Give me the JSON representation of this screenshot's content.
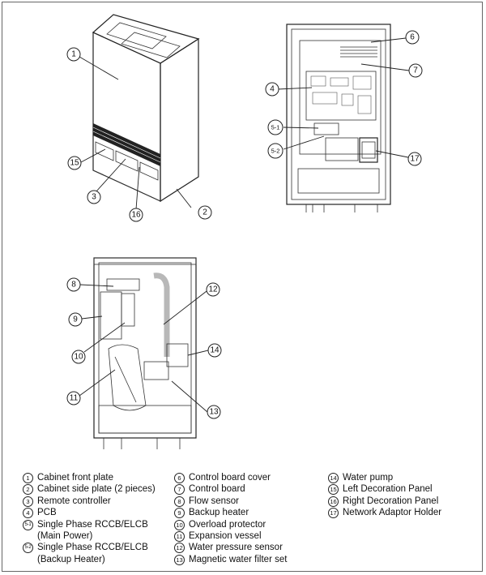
{
  "callouts": {
    "c1": "1",
    "c2": "2",
    "c3": "3",
    "c4": "4",
    "c5_1": "5-1",
    "c5_2": "5-2",
    "c6": "6",
    "c7": "7",
    "c8": "8",
    "c9": "9",
    "c10": "10",
    "c11": "11",
    "c12": "12",
    "c13": "13",
    "c14": "14",
    "c15": "15",
    "c16": "16",
    "c17": "17"
  },
  "legend": {
    "col1": [
      {
        "num": "1",
        "label": "Cabinet front plate"
      },
      {
        "num": "2",
        "label": "Cabinet side plate (2 pieces)"
      },
      {
        "num": "3",
        "label": "Remote controller"
      },
      {
        "num": "4",
        "label": "PCB"
      },
      {
        "num": "5-1",
        "label": "Single Phase RCCB/ELCB",
        "label2": "(Main Power)"
      },
      {
        "num": "5-2",
        "label": "Single Phase RCCB/ELCB",
        "label2": "(Backup Heater)"
      }
    ],
    "col2": [
      {
        "num": "6",
        "label": "Control board cover"
      },
      {
        "num": "7",
        "label": "Control board"
      },
      {
        "num": "8",
        "label": "Flow sensor"
      },
      {
        "num": "9",
        "label": "Backup heater"
      },
      {
        "num": "10",
        "label": "Overload protector"
      },
      {
        "num": "11",
        "label": "Expansion vessel"
      },
      {
        "num": "12",
        "label": "Water pressure sensor"
      },
      {
        "num": "13",
        "label": "Magnetic water filter set"
      }
    ],
    "col3": [
      {
        "num": "14",
        "label": "Water pump"
      },
      {
        "num": "15",
        "label": "Left Decoration Panel"
      },
      {
        "num": "16",
        "label": "Right Decoration Panel"
      },
      {
        "num": "17",
        "label": "Network Adaptor Holder"
      }
    ]
  }
}
